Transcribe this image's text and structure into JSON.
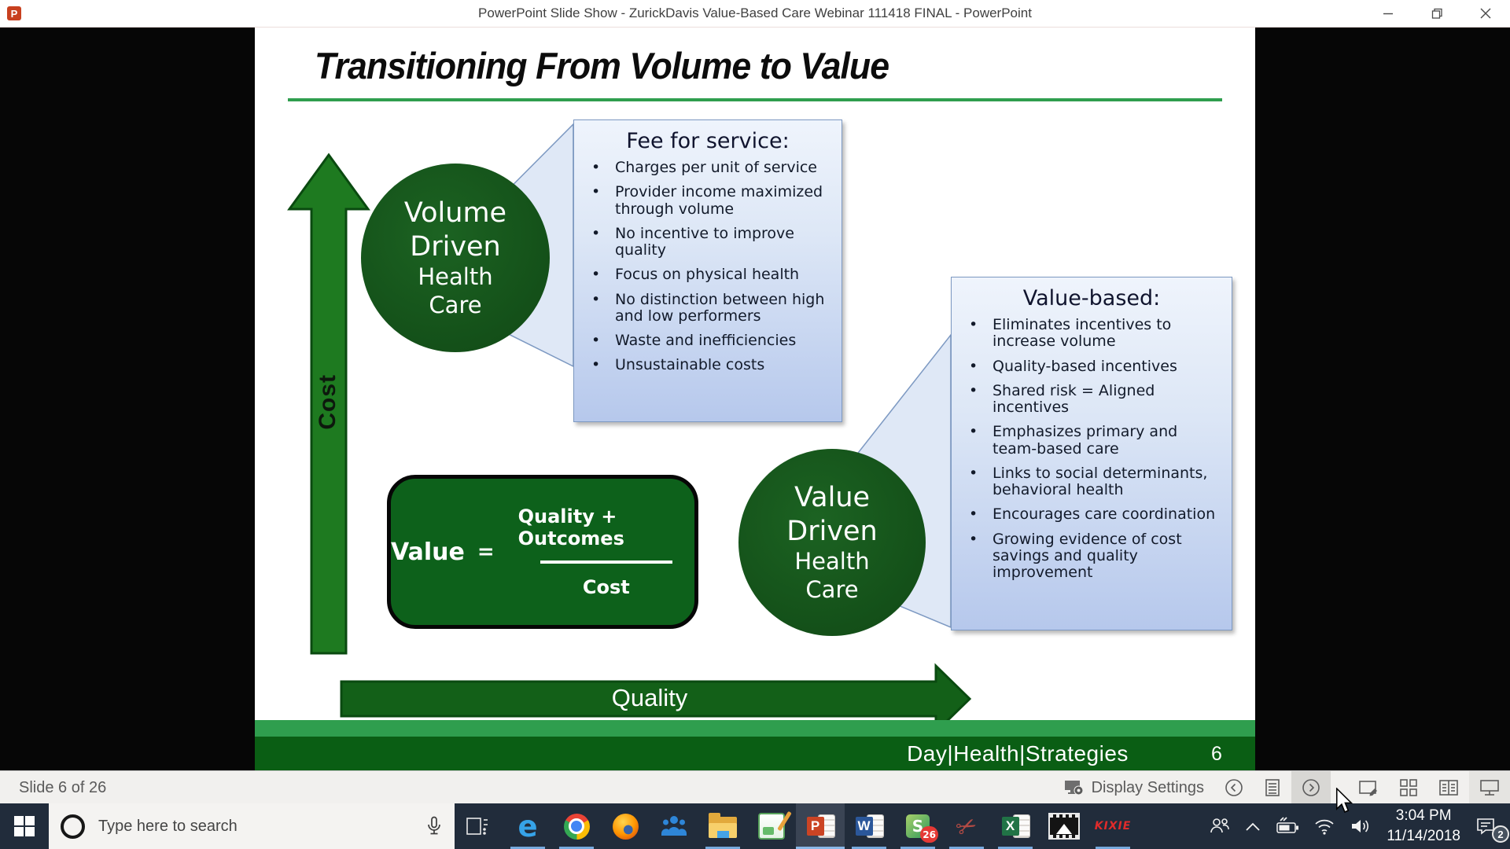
{
  "window": {
    "title": "PowerPoint Slide Show  -  ZurickDavis Value-Based Care Webinar 111418 FINAL - PowerPoint"
  },
  "slide": {
    "title": "Transitioning From Volume to Value",
    "cost_label": "Cost",
    "quality_label": "Quality",
    "volume_circle": [
      "Volume",
      "Driven",
      "Health",
      "Care"
    ],
    "value_circle": [
      "Value",
      "Driven",
      "Health",
      "Care"
    ],
    "fee_box": {
      "title": "Fee for service:",
      "bullets": [
        "Charges per unit of service",
        "Provider income maximized through volume",
        "No incentive to improve quality",
        "Focus on physical health",
        "No distinction between high and low performers",
        "Waste and inefficiencies",
        "Unsustainable costs"
      ]
    },
    "value_box": {
      "title": "Value-based:",
      "bullets": [
        "Eliminates incentives to increase volume",
        "Quality-based incentives",
        "Shared risk = Aligned incentives",
        "Emphasizes primary and team-based care",
        "Links to social determinants, behavioral health",
        "Encourages care coordination",
        "Growing evidence of cost savings and quality improvement"
      ]
    },
    "formula": {
      "lhs": "Value",
      "operator": "=",
      "numerator": "Quality + Outcomes",
      "denominator": "Cost"
    },
    "footer": {
      "brand": "Day|Health|Strategies",
      "slide_number": "6"
    }
  },
  "status_bar": {
    "slide_indicator": "Slide 6 of 26",
    "display_settings": "Display Settings"
  },
  "taskbar": {
    "search_placeholder": "Type here to search",
    "kixie_label": "KIXIE",
    "s_app_badge": "26",
    "action_center_badge": "2",
    "time": "3:04 PM",
    "date": "11/14/2018"
  },
  "colors": {
    "slide_green_dark": "#124c17",
    "footer_green": "#0a5e14",
    "band_green": "#2f9e4e",
    "callout_blue_top": "#eff4fc",
    "callout_blue_bottom": "#b6c8ec",
    "taskbar_navy": "#212c3b",
    "taskbar_accent": "#76a9dd",
    "powerpoint_red": "#c8401f",
    "badge_red": "#e53935"
  }
}
